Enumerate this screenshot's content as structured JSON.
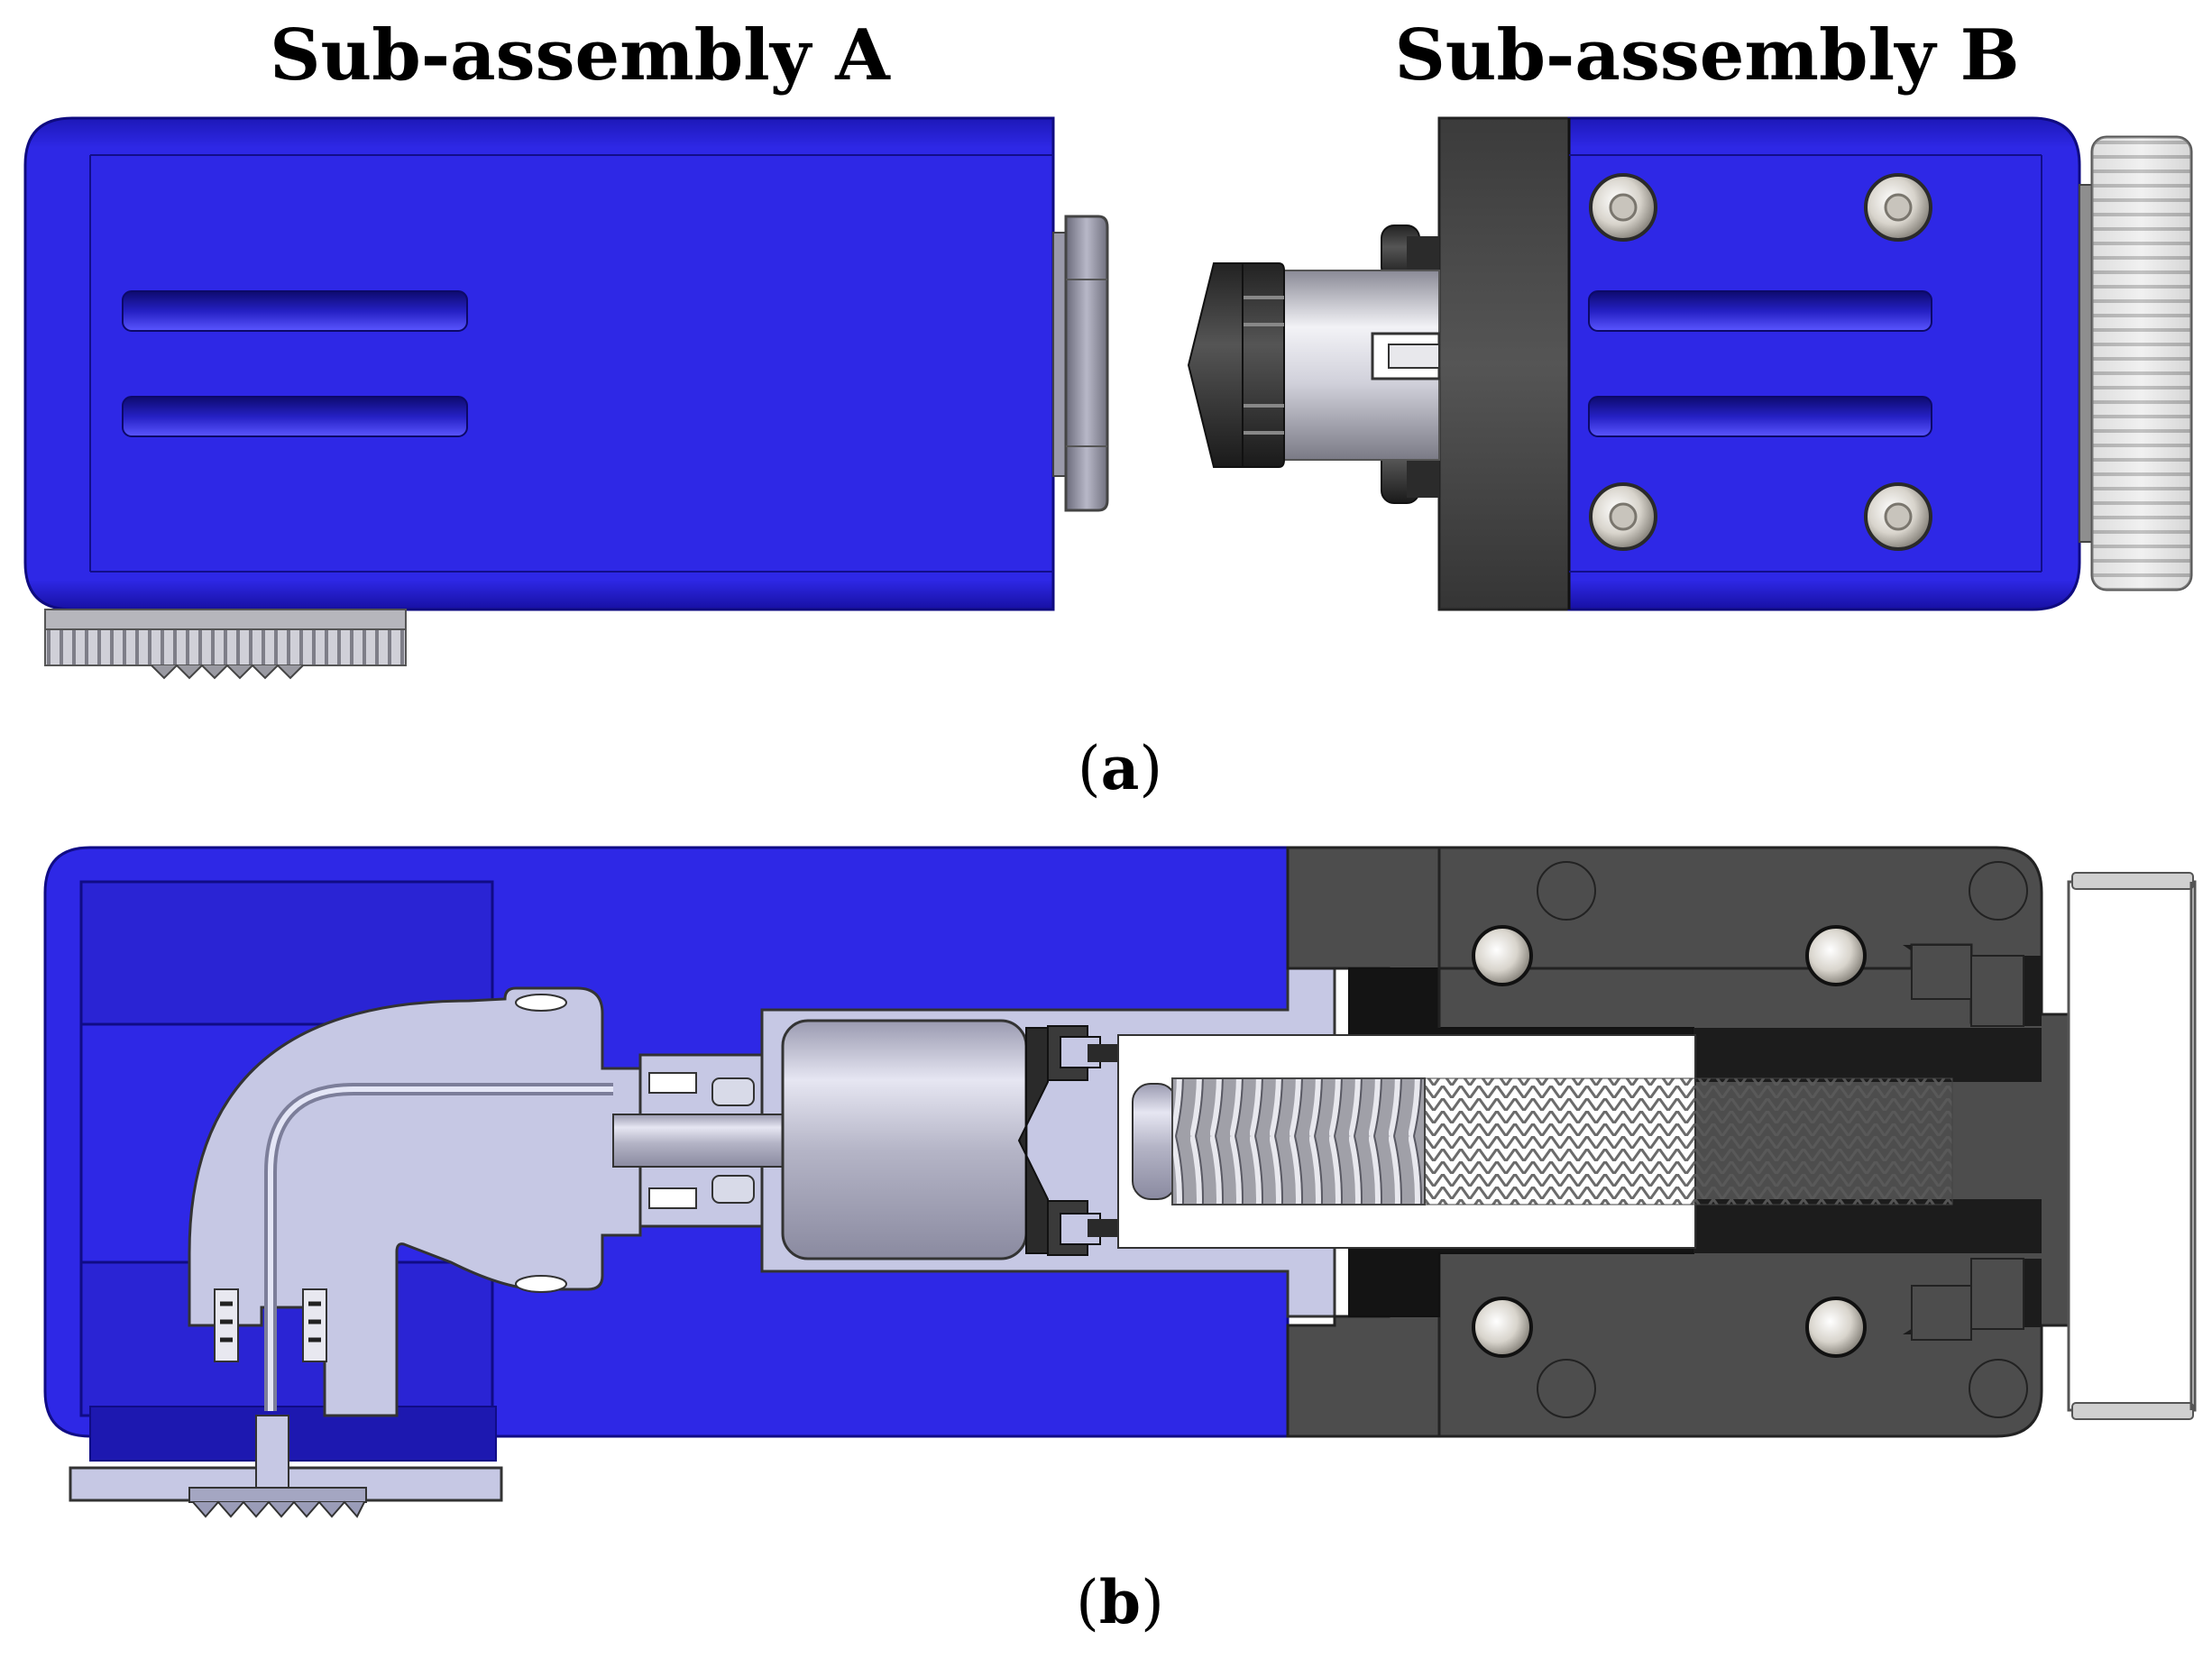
{
  "labels": {
    "sub_a": "Sub-assembly A",
    "sub_b": "Sub-assembly B",
    "panel_a": "a",
    "panel_b": "b"
  },
  "colors": {
    "blue": "#2a24d9",
    "blue_light": "#4a46ff",
    "blue_dark": "#14109a",
    "dark_gray": "#4d4d4d",
    "black": "#1a1a1a",
    "light_steel": "#c6c8e4",
    "silver": "#d9d9d9",
    "white": "#ffffff"
  },
  "icons": {
    "screw": "hex-socket-screw-icon",
    "knob": "knurled-knob-icon",
    "nut": "hex-nut-icon",
    "spring": "spring-icon"
  }
}
